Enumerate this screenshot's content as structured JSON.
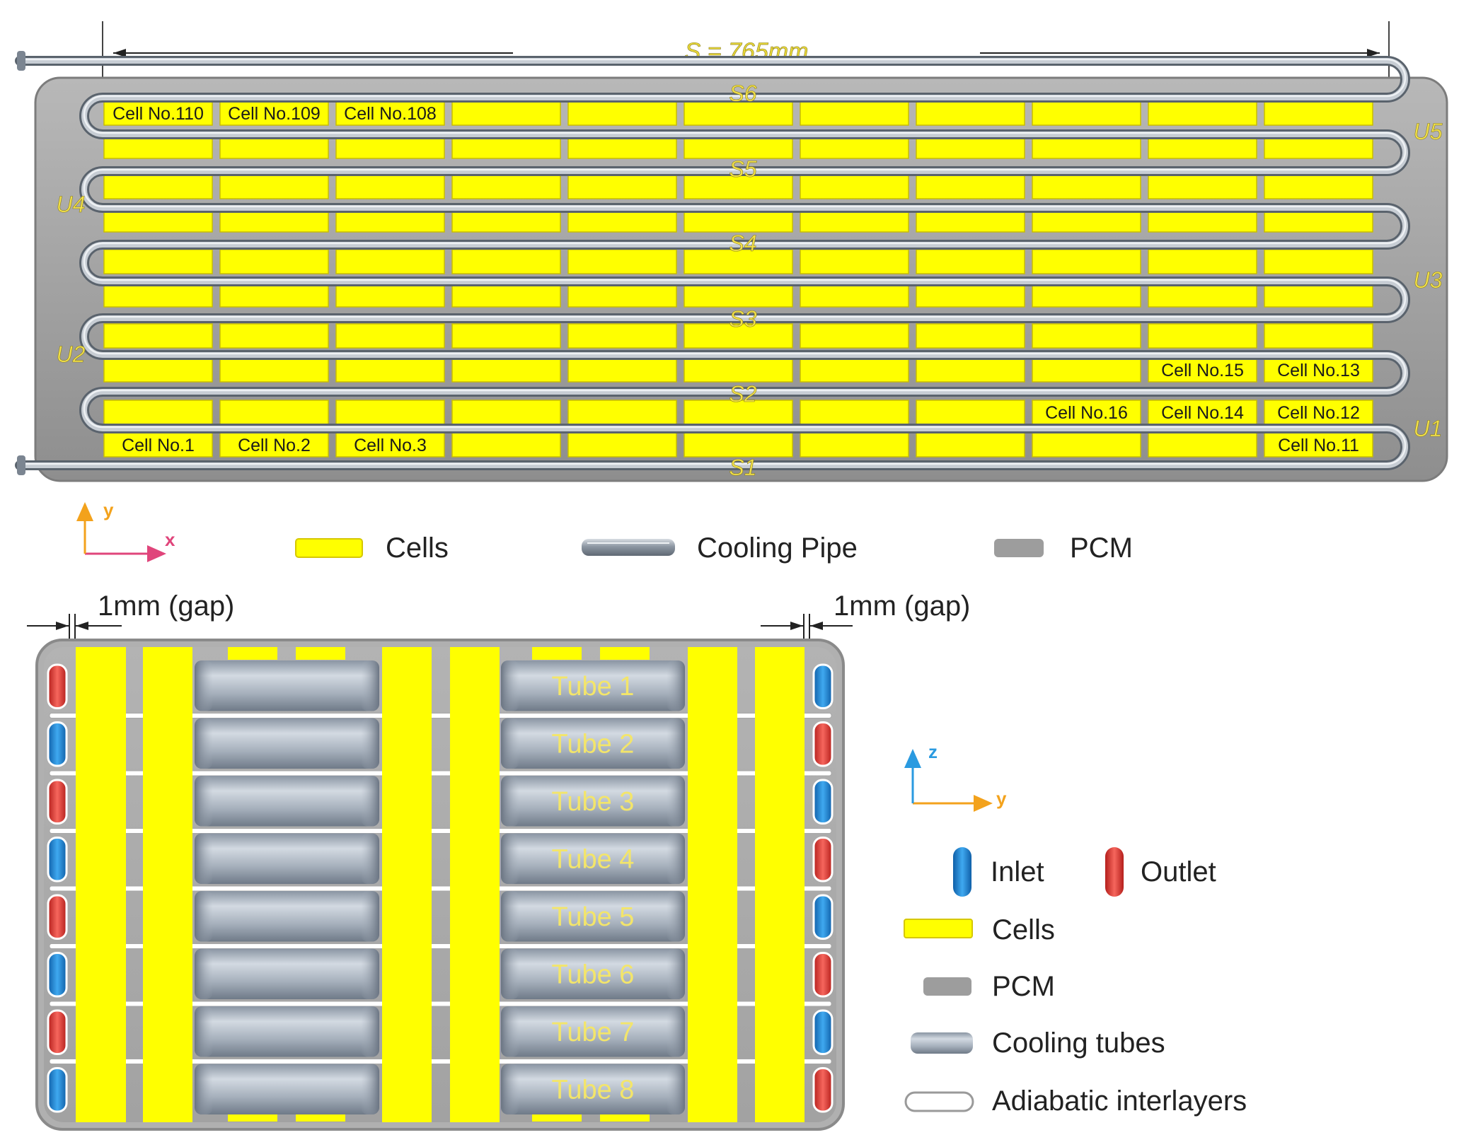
{
  "top_view": {
    "span_label": "S = 765mm",
    "cell_labels": {
      "r0c0": "Cell No.110",
      "r0c1": "Cell No.109",
      "r0c2": "Cell No.108",
      "r7c9": "Cell No.15",
      "r7c10": "Cell No.13",
      "r8c8": "Cell No.16",
      "r8c9": "Cell No.14",
      "r8c10": "Cell No.12",
      "r9c0": "Cell No.1",
      "r9c1": "Cell No.2",
      "r9c2": "Cell No.3",
      "r9c10": "Cell No.11"
    },
    "segments": [
      "S1",
      "S2",
      "S3",
      "S4",
      "S5",
      "S6"
    ],
    "u_bends": [
      "U1",
      "U2",
      "U3",
      "U4",
      "U5"
    ],
    "axes": {
      "x": "x",
      "y": "y"
    },
    "legend": {
      "cells": "Cells",
      "pipe": "Cooling Pipe",
      "pcm": "PCM"
    }
  },
  "side_view": {
    "gap_left": "1mm  (gap)",
    "gap_right": "1mm  (gap)",
    "tubes": [
      "Tube 1",
      "Tube 2",
      "Tube 3",
      "Tube 4",
      "Tube 5",
      "Tube 6",
      "Tube 7",
      "Tube 8"
    ],
    "ports_left": [
      "outlet",
      "inlet",
      "outlet",
      "inlet",
      "outlet",
      "inlet",
      "outlet",
      "inlet"
    ],
    "ports_right": [
      "inlet",
      "outlet",
      "inlet",
      "outlet",
      "inlet",
      "outlet",
      "inlet",
      "outlet"
    ],
    "axes": {
      "z": "z",
      "y": "y"
    },
    "legend": {
      "inlet": "Inlet",
      "outlet": "Outlet",
      "cells": "Cells",
      "pcm": "PCM",
      "tubes": "Cooling tubes",
      "interlayers": "Adiabatic interlayers"
    }
  },
  "colors": {
    "cell": "#ffff00",
    "pcm": "#9d9d9d",
    "pipe": "#9aa3ad",
    "inlet": "#2a8fd8",
    "outlet": "#e5433d",
    "x_axis": "#e0457b",
    "y_axis": "#f3a21c",
    "z_axis": "#2a9ae0"
  }
}
